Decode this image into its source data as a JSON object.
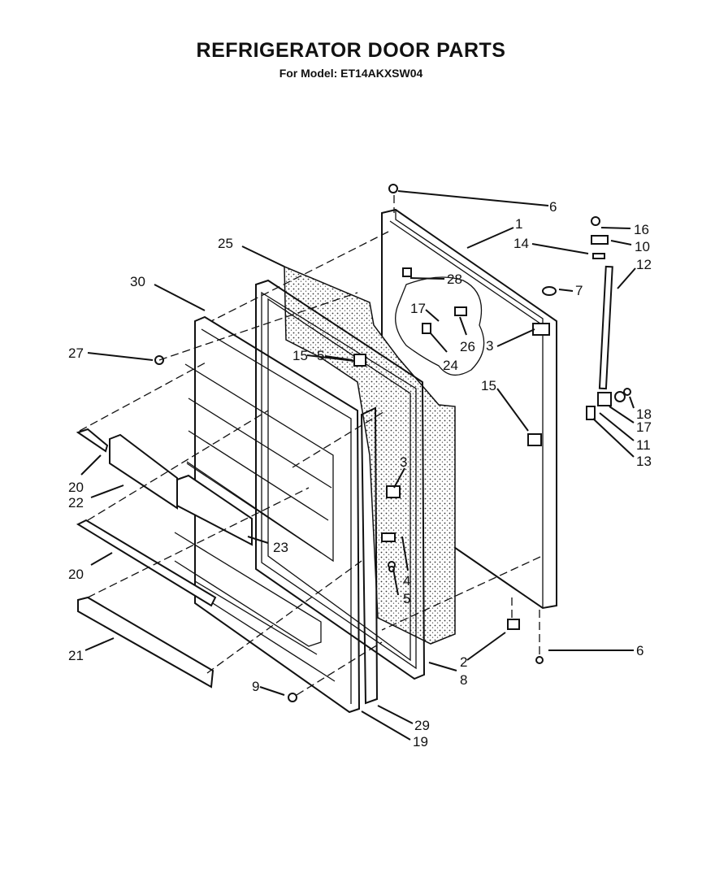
{
  "title": "REFRIGERATOR DOOR PARTS",
  "subtitle": "For Model: ET14AKXSW04",
  "callouts": [
    {
      "id": "c6a",
      "text": "6"
    },
    {
      "id": "c1",
      "text": "1"
    },
    {
      "id": "c16",
      "text": "16"
    },
    {
      "id": "c14",
      "text": "14"
    },
    {
      "id": "c10",
      "text": "10"
    },
    {
      "id": "c12",
      "text": "12"
    },
    {
      "id": "c25",
      "text": "25"
    },
    {
      "id": "c28",
      "text": "28"
    },
    {
      "id": "c7",
      "text": "7"
    },
    {
      "id": "c30",
      "text": "30"
    },
    {
      "id": "c17a",
      "text": "17"
    },
    {
      "id": "c26",
      "text": "26"
    },
    {
      "id": "c3a",
      "text": "3"
    },
    {
      "id": "c27",
      "text": "27"
    },
    {
      "id": "c5a",
      "text": "5"
    },
    {
      "id": "c24",
      "text": "24"
    },
    {
      "id": "c15a",
      "text": "15"
    },
    {
      "id": "c15b",
      "text": "15"
    },
    {
      "id": "c18",
      "text": "18"
    },
    {
      "id": "c17b",
      "text": "17"
    },
    {
      "id": "c11",
      "text": "11"
    },
    {
      "id": "c13",
      "text": "13"
    },
    {
      "id": "c3b",
      "text": "3"
    },
    {
      "id": "c20a",
      "text": "20"
    },
    {
      "id": "c22",
      "text": "22"
    },
    {
      "id": "c23",
      "text": "23"
    },
    {
      "id": "c20b",
      "text": "20"
    },
    {
      "id": "c4",
      "text": "4"
    },
    {
      "id": "c5b",
      "text": "5"
    },
    {
      "id": "c21",
      "text": "21"
    },
    {
      "id": "c2",
      "text": "2"
    },
    {
      "id": "c6b",
      "text": "6"
    },
    {
      "id": "c8",
      "text": "8"
    },
    {
      "id": "c9",
      "text": "9"
    },
    {
      "id": "c29",
      "text": "29"
    },
    {
      "id": "c19",
      "text": "19"
    }
  ]
}
